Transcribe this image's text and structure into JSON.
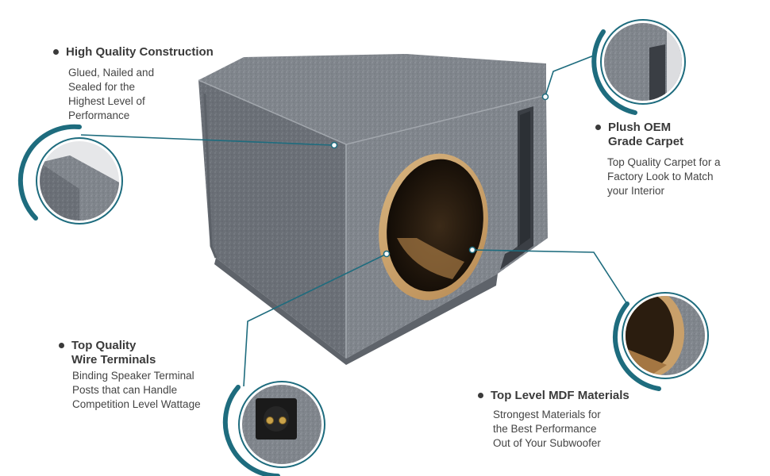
{
  "features": {
    "construction": {
      "title": "High Quality Construction",
      "desc": [
        "Glued, Nailed and",
        "Sealed for the",
        "Highest Level of",
        "Performance"
      ]
    },
    "carpet": {
      "title": [
        "Plush OEM",
        "Grade Carpet"
      ],
      "desc": [
        "Top Quality Carpet for a",
        "Factory Look to Match",
        "your Interior"
      ]
    },
    "terminals": {
      "title": [
        "Top Quality",
        "Wire Terminals"
      ],
      "desc": [
        "Binding Speaker Terminal",
        "Posts that can Handle",
        "Competition Level Wattage"
      ]
    },
    "mdf": {
      "title": "Top Level MDF Materials",
      "desc": [
        "Strongest Materials for",
        "the Best Performance",
        "Out of  Your Subwoofer"
      ]
    }
  },
  "colors": {
    "accent_teal": "#1e6c7e",
    "carpet_gray": "#7b8087",
    "mdf_wood": "#c9a06a",
    "text": "#3a3a3a"
  }
}
